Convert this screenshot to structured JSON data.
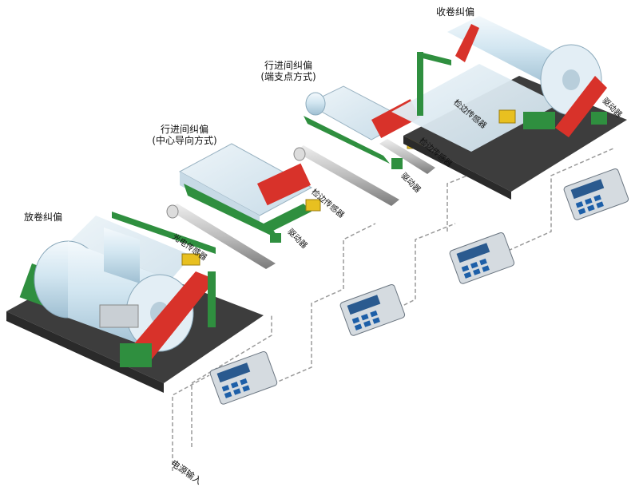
{
  "labels": {
    "unwind": "放卷纠偏",
    "rewind": "收卷纠偏",
    "web_center_line1": "行进间纠偏",
    "web_center_line2": "(中心导向方式)",
    "web_edge_line1": "行进间纠偏",
    "web_edge_line2": "(端支点方式)",
    "photo_sensor": "光电传感器",
    "edge_sensor": "检边传感器",
    "driver": "驱动器",
    "power_input": "电源输入"
  },
  "colors": {
    "roll": "#d6e8f2",
    "frame_red": "#d8322a",
    "frame_green": "#2f8f3f",
    "base_dark": "#3d3d3d",
    "sensor_yellow": "#e8c020",
    "controller_blue": "#1d5fa8",
    "cable_gray": "#9a9a9a"
  }
}
